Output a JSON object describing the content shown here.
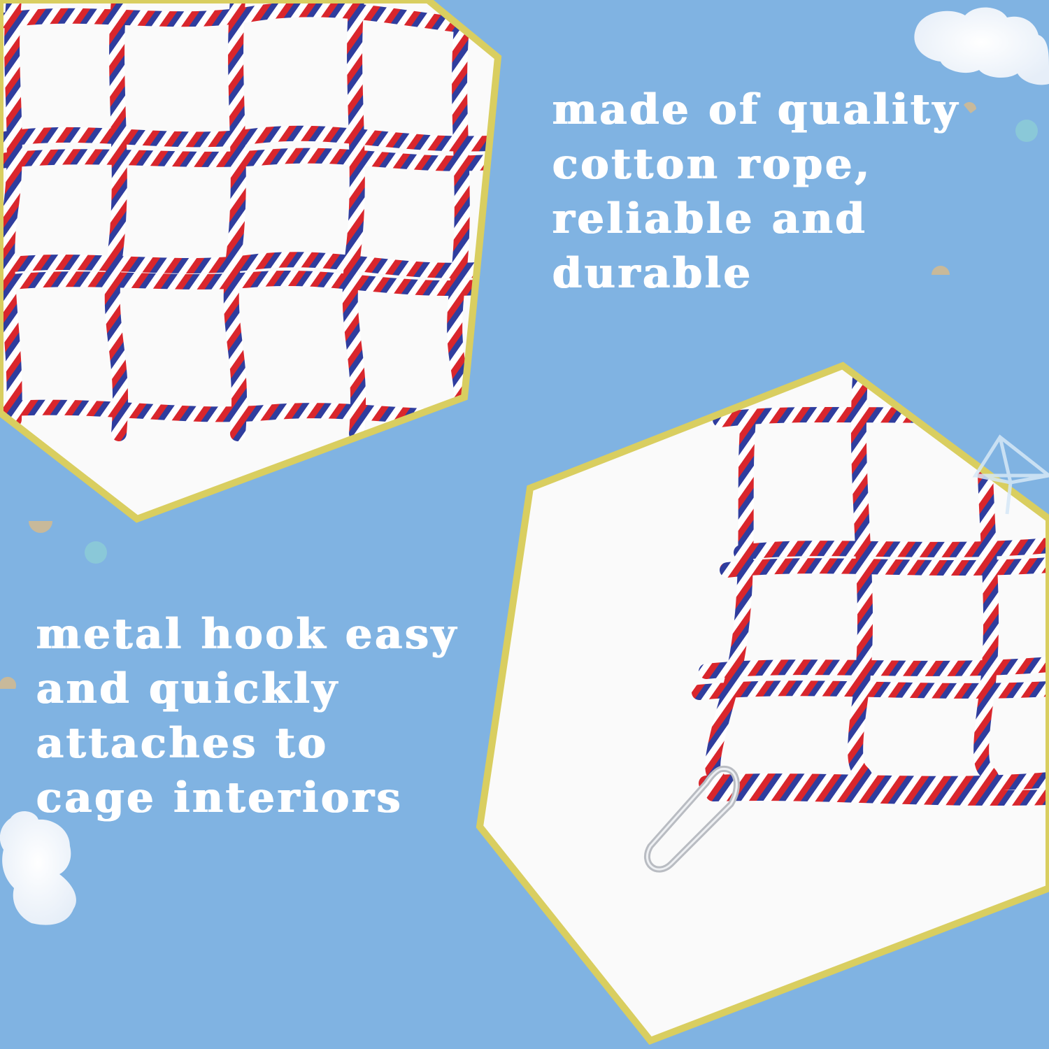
{
  "colors": {
    "background": "#80b3e2",
    "hexagon_border": "#d9ce60",
    "hexagon_fill": "#fafafa",
    "rope_red": "#d9262c",
    "rope_blue": "#2f3d9e",
    "rope_white": "#ffffff",
    "text": "#ffffff",
    "confetti_tan": "#c8b99a",
    "confetti_teal": "#8ccbd6",
    "cloud": "#f4f8fc"
  },
  "features": [
    {
      "id": "material",
      "lines": [
        "made of quality",
        "cotton rope,",
        "reliable and",
        "durable"
      ]
    },
    {
      "id": "hook",
      "lines": [
        "metal hook easy",
        "and quickly",
        "attaches to",
        "cage interiors"
      ]
    }
  ],
  "images": [
    {
      "name": "rope-net-closeup",
      "description": "red white and blue twisted cotton rope net"
    },
    {
      "name": "rope-net-with-carabiner",
      "description": "rope net corner with metal carabiner hook"
    }
  ],
  "decorations": {
    "icons": [
      "cloud-icon",
      "cloud-icon",
      "paper-plane-icon",
      "confetti-dot-icon",
      "half-circle-icon"
    ]
  }
}
